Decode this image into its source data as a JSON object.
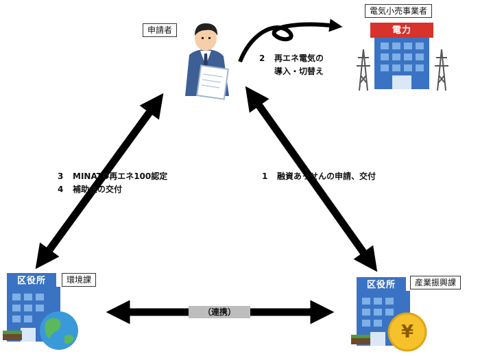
{
  "nodes": {
    "applicant": "申請者",
    "retailer": "電気小売事業者",
    "environment": "環境課",
    "industry": "産業振興課"
  },
  "signs": {
    "power": "電力",
    "ward_left": "区役所",
    "ward_right": "区役所",
    "yen": "¥"
  },
  "steps": {
    "s1": {
      "num": "1",
      "text": "融資あっせんの申請、交付"
    },
    "s2": {
      "num": "2",
      "line1": "再エネ電気の",
      "line2": "導入・切替え"
    },
    "s3": {
      "num": "3",
      "text": "MINATO再エネ100認定"
    },
    "s4": {
      "num": "4",
      "text": "補助金の交付"
    }
  },
  "link_label": "（連携）",
  "colors": {
    "arrow": "#000000",
    "building_blue": "#3b73c4",
    "window_blue": "#7fb0e6",
    "sign_red": "#d7322b",
    "yen_gold": "#f5c22b",
    "link_band": "#bdbdbd"
  },
  "icons": [
    "person-with-document-icon",
    "power-company-building-icon",
    "transmission-tower-icon",
    "ward-office-building-icon",
    "globe-icon",
    "yen-coin-icon"
  ]
}
